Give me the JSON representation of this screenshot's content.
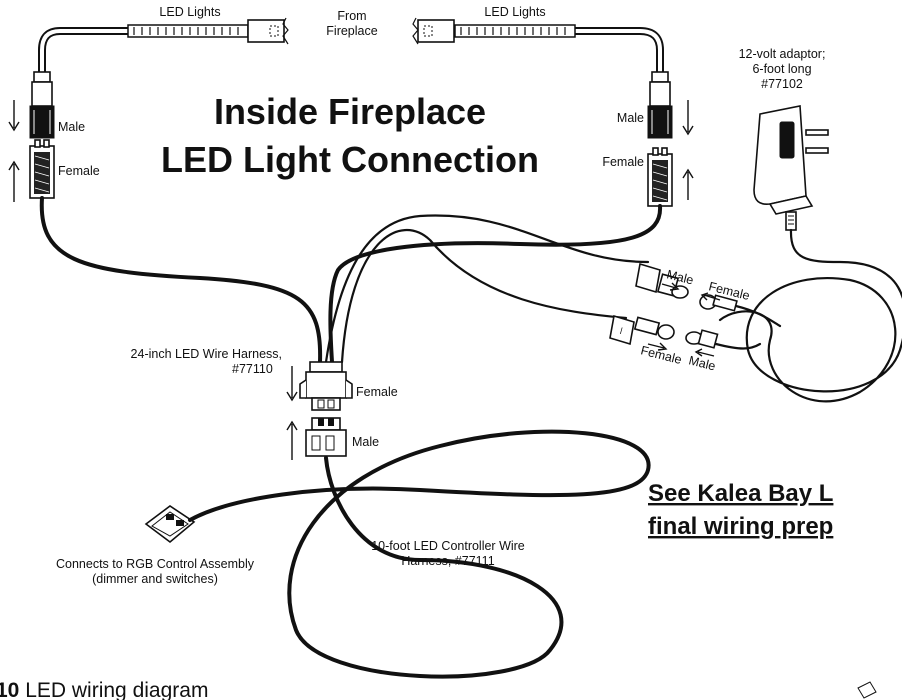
{
  "diagram": {
    "title_line1": "Inside Fireplace",
    "title_line2": "LED Light Connection",
    "labels": {
      "led_lights_left": "LED Lights",
      "led_lights_right": "LED Lights",
      "from_fireplace_1": "From",
      "from_fireplace_2": "Fireplace",
      "male_left": "Male",
      "female_left": "Female",
      "male_right": "Male",
      "female_right": "Female",
      "adaptor_line1": "12-volt adaptor;",
      "adaptor_line2": "6-foot long",
      "adaptor_line3": "#77102",
      "plug_male_top": "Male",
      "plug_female_top": "Female",
      "plug_female_bottom": "Female",
      "plug_male_bottom": "Male",
      "harness24_line1": "24-inch LED Wire Harness,",
      "harness24_line2": "#77110",
      "harness_female": "Female",
      "harness_male": "Male",
      "rgb_line1": "Connects to RGB Control Assembly",
      "rgb_line2": "(dimmer and switches)",
      "harness10_line1": "10-foot LED Controller Wire",
      "harness10_line2": "Harness, #77111"
    },
    "link_line1": "See Kalea Bay L",
    "link_line2": "final wiring prep",
    "caption_number": "10",
    "caption_text": " LED wiring diagram"
  }
}
